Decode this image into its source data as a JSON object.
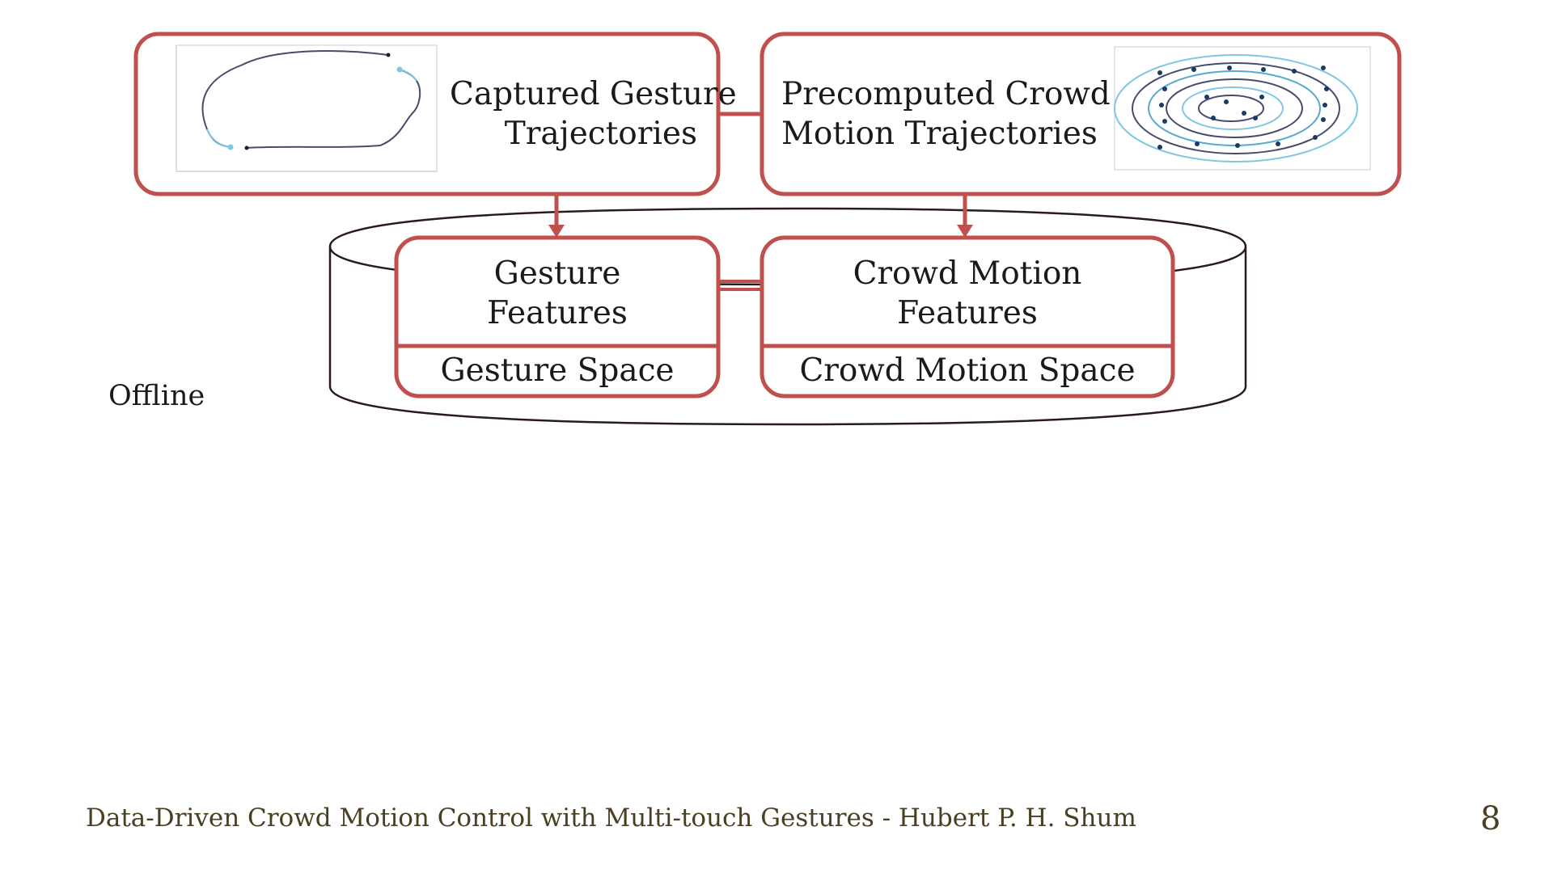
{
  "boxes": {
    "captured_gesture": {
      "line1": "Captured Gesture",
      "line2": "Trajectories"
    },
    "precomputed_crowd": {
      "line1": "Precomputed Crowd",
      "line2": "Motion Trajectories"
    },
    "gesture_features": {
      "line1": "Gesture",
      "line2": "Features",
      "space": "Gesture Space"
    },
    "crowd_features": {
      "line1": "Crowd Motion",
      "line2": "Features",
      "space": "Crowd Motion Space"
    }
  },
  "stage_label": "Offline",
  "footer": {
    "citation": "Data-Driven Crowd Motion Control with Multi-touch Gestures - Hubert P. H. Shum",
    "page_number": "8"
  },
  "colors": {
    "box_border": "#c0504d",
    "cylinder_stroke": "#2a1a1a",
    "footer_text": "#4a3f22",
    "trajectory_light": "#7ec8e3",
    "trajectory_dark": "#4a4a6a"
  }
}
